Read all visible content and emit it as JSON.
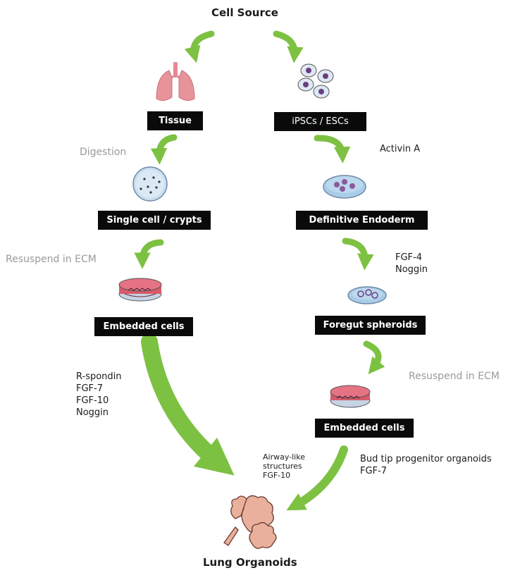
{
  "title": "Cell Source",
  "result": "Lung Organoids",
  "left_path": {
    "tissue": "Tissue",
    "digestion": "Digestion",
    "single_cell": "Single cell / crypts",
    "resuspend": "Resuspend in ECM",
    "embedded": "Embedded cells",
    "factors": [
      "R-spondin",
      "FGF-7",
      "FGF-10",
      "Noggin"
    ]
  },
  "right_path": {
    "stem_cells": "iPSCs / ESCs",
    "activin": "Activin A",
    "endoderm": "Definitive Endoderm",
    "factors_1": [
      "FGF-4",
      "Noggin"
    ],
    "spheroids": "Foregut spheroids",
    "resuspend": "Resuspend in ECM",
    "embedded": "Embedded cells",
    "airway": [
      "Airway-like",
      "structures",
      "FGF-10"
    ],
    "bud_tip": [
      "Bud tip progenitor organoids",
      "FGF-7"
    ]
  },
  "colors": {
    "arrow_green": "#7dc142",
    "label_box": "#0a0a0a",
    "lung_pink": "#e6888f",
    "cell_purple": "#6a3f7e",
    "dish_blue": "#a9cde8",
    "ecm_red": "#d75a6a",
    "organoid_pink": "#e9b09c"
  }
}
